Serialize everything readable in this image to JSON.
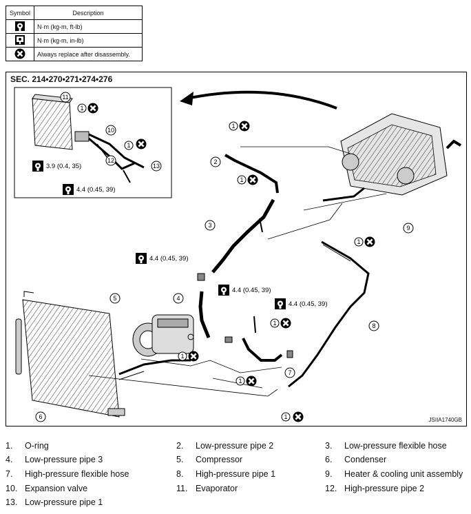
{
  "symbol_table": {
    "header_symbol": "Symbol",
    "header_description": "Description",
    "rows": [
      {
        "icon": "torque-wrench-icon",
        "description": "N·m (kg-m, ft-lb)"
      },
      {
        "icon": "torque-wrench-small-icon",
        "description": "N·m (kg-m, in-lb)"
      },
      {
        "icon": "always-replace-icon",
        "description": "Always replace after disassembly."
      }
    ]
  },
  "figure": {
    "section": "SEC. 214•270•271•274•276",
    "figure_id": "JSIIA1740GB",
    "torque_labels": {
      "t1": "3.9 (0.4, 35)",
      "t2": "4.4 (0.45, 39)",
      "t3": "4.4 (0.45, 39)",
      "t4": "4.4 (0.45, 39)",
      "t5": "4.4 (0.45, 39)"
    },
    "callouts": [
      "1",
      "2",
      "3",
      "4",
      "5",
      "6",
      "7",
      "8",
      "9",
      "10",
      "11",
      "12",
      "13"
    ]
  },
  "legend": [
    {
      "num": "1.",
      "name": "O-ring"
    },
    {
      "num": "2.",
      "name": "Low-pressure pipe 2"
    },
    {
      "num": "3.",
      "name": "Low-pressure flexible hose"
    },
    {
      "num": "4.",
      "name": "Low-pressure pipe 3"
    },
    {
      "num": "5.",
      "name": "Compressor"
    },
    {
      "num": "6.",
      "name": "Condenser"
    },
    {
      "num": "7.",
      "name": "High-pressure flexible hose"
    },
    {
      "num": "8.",
      "name": "High-pressure pipe 1"
    },
    {
      "num": "9.",
      "name": "Heater & cooling unit assembly"
    },
    {
      "num": "10.",
      "name": "Expansion valve"
    },
    {
      "num": "11.",
      "name": "Evaporator"
    },
    {
      "num": "12.",
      "name": "High-pressure pipe 2"
    },
    {
      "num": "13.",
      "name": "Low-pressure pipe 1"
    }
  ]
}
